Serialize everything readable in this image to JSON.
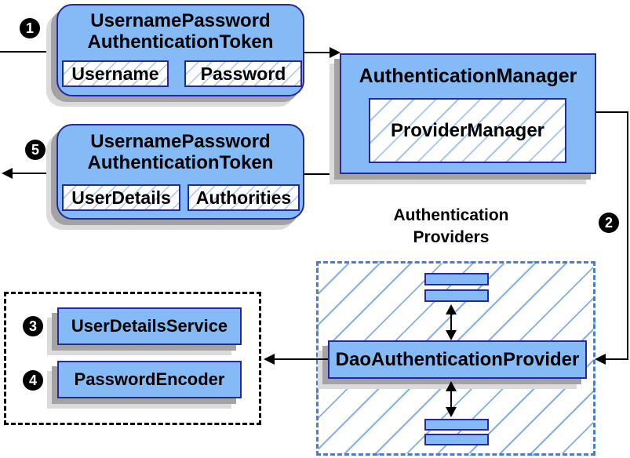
{
  "diagram": {
    "steps": {
      "s1": "1",
      "s2": "2",
      "s3": "3",
      "s4": "4",
      "s5": "5"
    },
    "token_request": {
      "title_line1": "UsernamePassword",
      "title_line2": "AuthenticationToken",
      "field_left": "Username",
      "field_right": "Password"
    },
    "authentication_manager": {
      "title": "AuthenticationManager",
      "inner": "ProviderManager"
    },
    "token_response": {
      "title_line1": "UsernamePassword",
      "title_line2": "AuthenticationToken",
      "field_left": "UserDetails",
      "field_right": "Authorities"
    },
    "providers_group": {
      "label_line1": "Authentication",
      "label_line2": "Providers",
      "provider": "DaoAuthenticationProvider"
    },
    "services": {
      "user_details_service": "UserDetailsService",
      "password_encoder": "PasswordEncoder"
    },
    "colors": {
      "node_fill": "#84BBF7",
      "node_border": "#28289E",
      "hatch": "#A5C6EE",
      "hatch_strong": "#86AFE2",
      "dashed_border": "#4B7EC0",
      "shadow1": "#A3A3A3",
      "shadow2": "#DBDBDB",
      "arrow": "#000000"
    }
  }
}
